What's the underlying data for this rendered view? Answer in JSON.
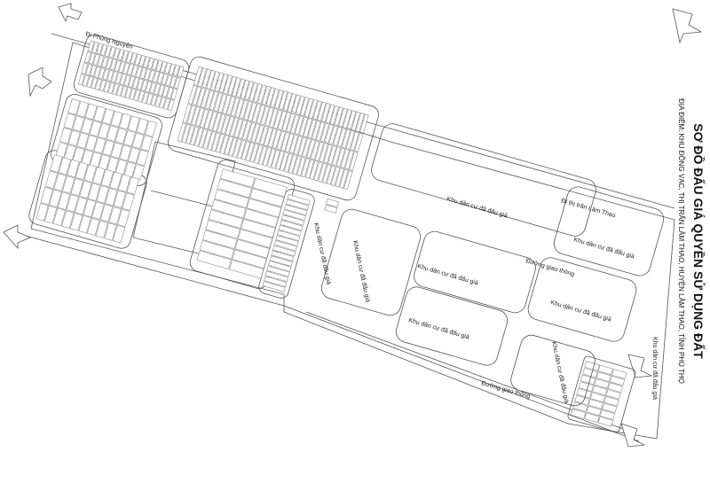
{
  "title": {
    "main": "SƠ ĐỒ ĐẤU GIÁ QUYỀN SỬ DỤNG ĐẤT",
    "location": "ĐỊA ĐIỂM: KHU ĐỒNG VẠC, THỊ TRẤN LÂM THAO, HUYỆN LÂM THAO, TỈNH PHÚ THỌ"
  },
  "roads": {
    "to_phung_nguyen": "Đi Phùng Nguyên",
    "to_lam_thao": "Đi thị trấn Lâm Thao",
    "traffic_road_1": "Đường giao thông",
    "traffic_road_2": "Đường giao thông"
  },
  "zone_label": "Khu dân cư đã đấu giá",
  "colors": {
    "line": "#555555",
    "lot": "#8a8a8a",
    "background": "#ffffff"
  }
}
